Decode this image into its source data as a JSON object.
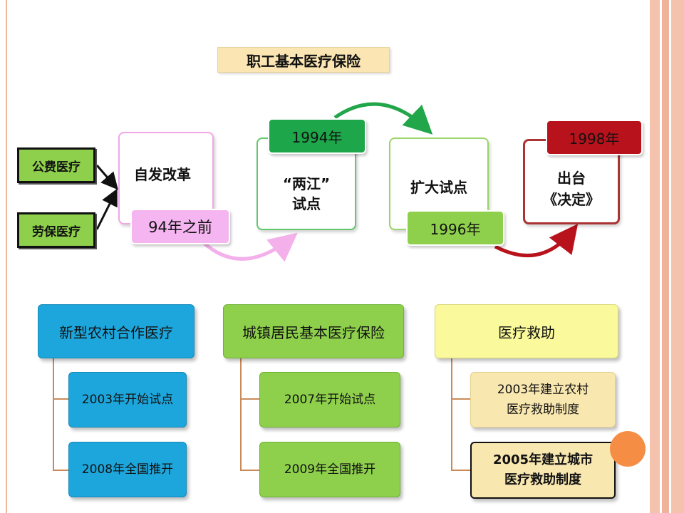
{
  "title": "职工基本医疗保险",
  "sources": {
    "a": "公费医疗",
    "b": "劳保医疗"
  },
  "timeline": [
    {
      "label": "自发改革",
      "tag": "94年之前"
    },
    {
      "label_line1": "“两江”",
      "label_line2": "试点",
      "tag": "1994年"
    },
    {
      "label": "扩大试点",
      "tag": "1996年"
    },
    {
      "label_line1": "出台",
      "label_line2": "《决定》",
      "tag": "1998年"
    }
  ],
  "categories": [
    {
      "label": "新型农村合作医疗",
      "items": [
        "2003年开始试点",
        "2008年全国推开"
      ]
    },
    {
      "label": "城镇居民基本医疗保险",
      "items": [
        "2007年开始试点",
        "2009年全国推开"
      ]
    },
    {
      "label": "医疗救助",
      "items": [
        [
          "2003年建立农村",
          "医疗救助制度"
        ],
        [
          "2005年建立城市",
          "医疗救助制度"
        ]
      ]
    }
  ],
  "colors": {
    "blue": "#1da6dc",
    "green": "#8ed04c",
    "dark_green": "#1ea64a",
    "red": "#b8121c",
    "pink": "#f5b5f0",
    "yellow": "#fafa9c",
    "tan": "#f9e7b0",
    "orange_dot": "#f58d44",
    "connector": "#c98a5a"
  }
}
